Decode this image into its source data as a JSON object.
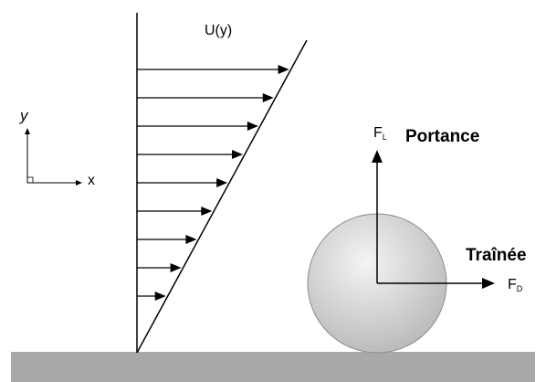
{
  "labels": {
    "profile": "U(y)",
    "y_axis": "y",
    "x_axis": "x",
    "lift_symbol": "F",
    "lift_sub": "L",
    "lift_name": "Portance",
    "drag_name": "Traînée",
    "drag_symbol": "F",
    "drag_sub": "D"
  },
  "velocity_profile": {
    "arrow_count": 9,
    "shape": "linear"
  },
  "colors": {
    "ground": "#a9a9a9",
    "sphere_light": "#f4f4f4",
    "sphere_dark": "#b8b8b8",
    "lines": "#000000"
  }
}
